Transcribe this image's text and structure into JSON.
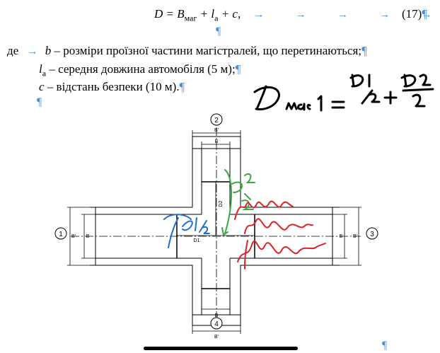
{
  "formula": {
    "lhs": "D = B",
    "sub_mag": "маг",
    "plus1": " + l",
    "sub_a": "a",
    "plus2": " + c,",
    "number": "(17)"
  },
  "pilcrow": "¶",
  "arrow": "→",
  "definitions": {
    "prefix": "де",
    "line1_var": "b",
    "line1_text": " – розміри проїзної частини магістралей, що перетинаються;",
    "line2_var": "l",
    "line2_sub": "a",
    "line2_text": " – середня довжина автомобіля (5 м);",
    "line3_var": "c",
    "line3_text": " – відстань безпеки (10 м)."
  },
  "handwriting": {
    "equation": "D маг 1 = D1/2 + D2/2",
    "blue_label": "D1/2",
    "green_label": "D2/2"
  },
  "drawing": {
    "road_numbers": [
      "1",
      "2",
      "3",
      "4"
    ],
    "label_B": "B",
    "label_B_prime": "B'",
    "label_D1": "D1",
    "label_D2": "D2"
  },
  "colors": {
    "accent": "#4a90d9",
    "ink_black": "#000000",
    "ink_blue": "#1f6fd1",
    "ink_green": "#3aa845",
    "ink_red": "#d8232a"
  }
}
